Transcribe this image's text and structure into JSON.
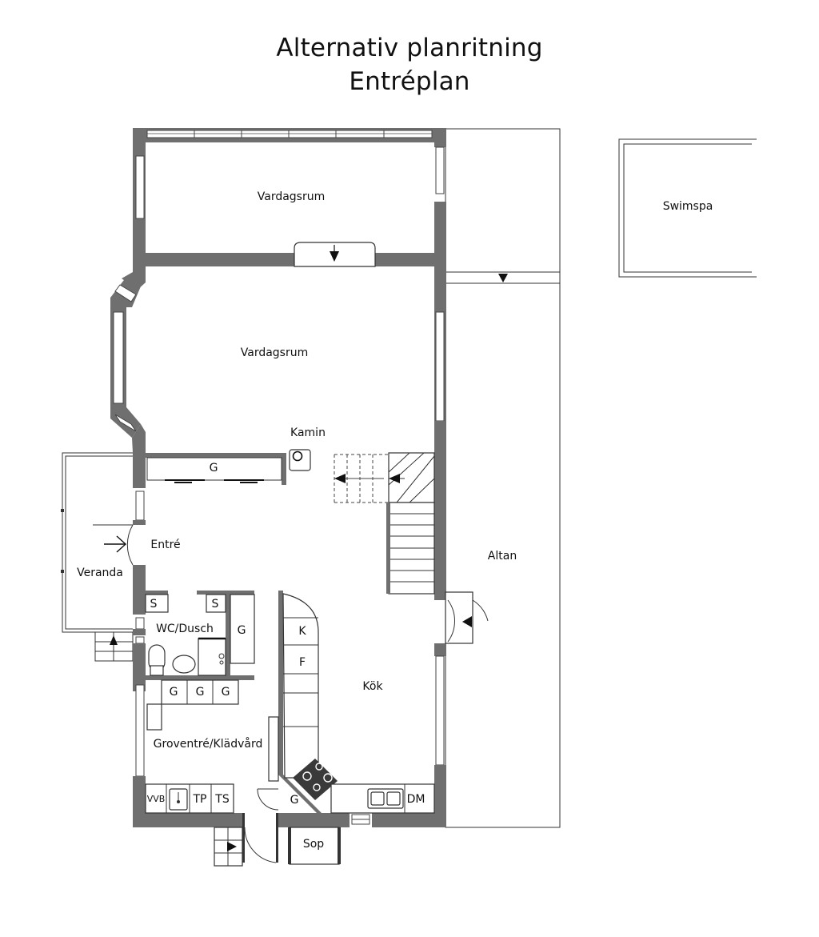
{
  "title": {
    "line1": "Alternativ planritning",
    "line2": "Entréplan"
  },
  "rooms": {
    "vardagsrum_upper": "Vardagsrum",
    "vardagsrum_lower": "Vardagsrum",
    "kamin": "Kamin",
    "garderob_hall": "G",
    "entre": "Entré",
    "veranda": "Veranda",
    "altan": "Altan",
    "swimspa": "Swimspa",
    "s1": "S",
    "s2": "S",
    "wc": "WC/Dusch",
    "g_wc": "G",
    "k": "K",
    "f": "F",
    "kok": "Kök",
    "g1": "G",
    "g2": "G",
    "g3": "G",
    "groventre": "Groventré/Klädvård",
    "vvb": "VVB",
    "tp": "TP",
    "ts": "TS",
    "g_kok": "G",
    "dm": "DM",
    "sop": "Sop"
  }
}
